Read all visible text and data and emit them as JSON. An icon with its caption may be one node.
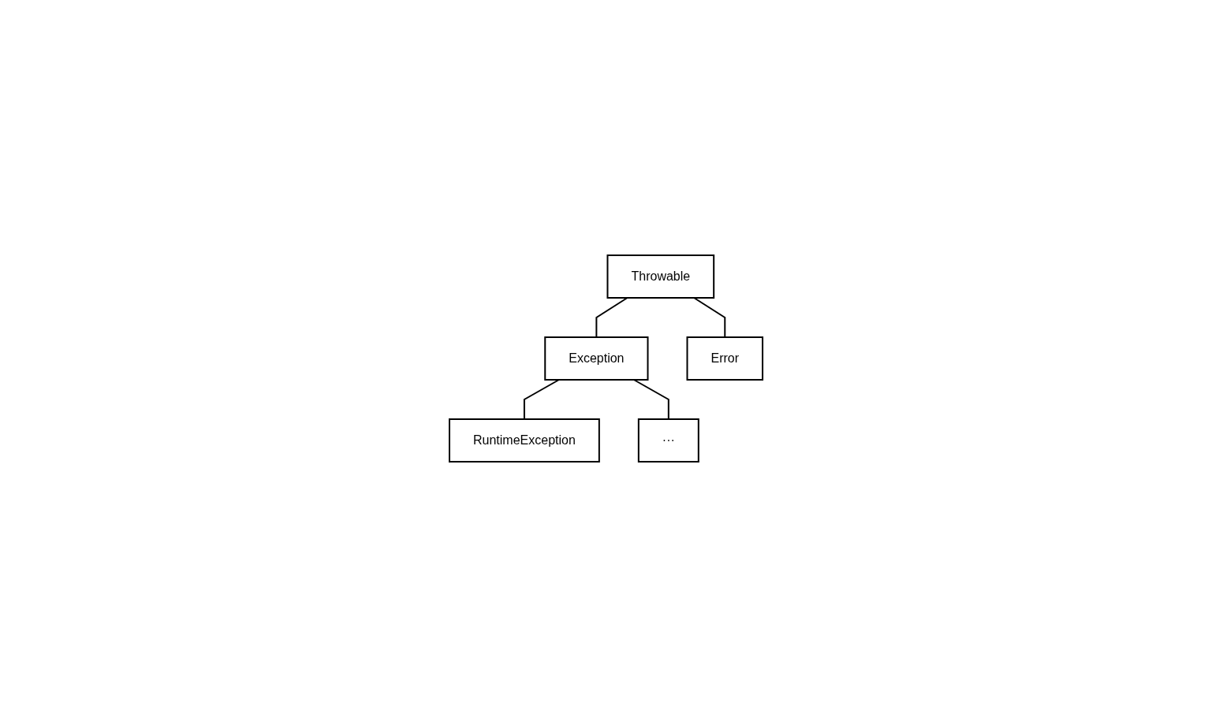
{
  "diagram": {
    "nodes": [
      {
        "text": [
          "Throwable"
        ]
      },
      {
        "text": [
          "Exception"
        ]
      },
      {
        "text": [
          "Error"
        ]
      },
      {
        "text": [
          "RuntimeException"
        ]
      },
      {
        "text": [
          "···"
        ]
      }
    ],
    "edges": [
      {
        "from": 0,
        "to": 1,
        "arrow": "none"
      },
      {
        "from": 0,
        "to": 2,
        "arrow": "none"
      },
      {
        "from": 1,
        "to": 3,
        "arrow": "none"
      },
      {
        "from": 1,
        "to": 4,
        "arrow": "none"
      }
    ]
  }
}
